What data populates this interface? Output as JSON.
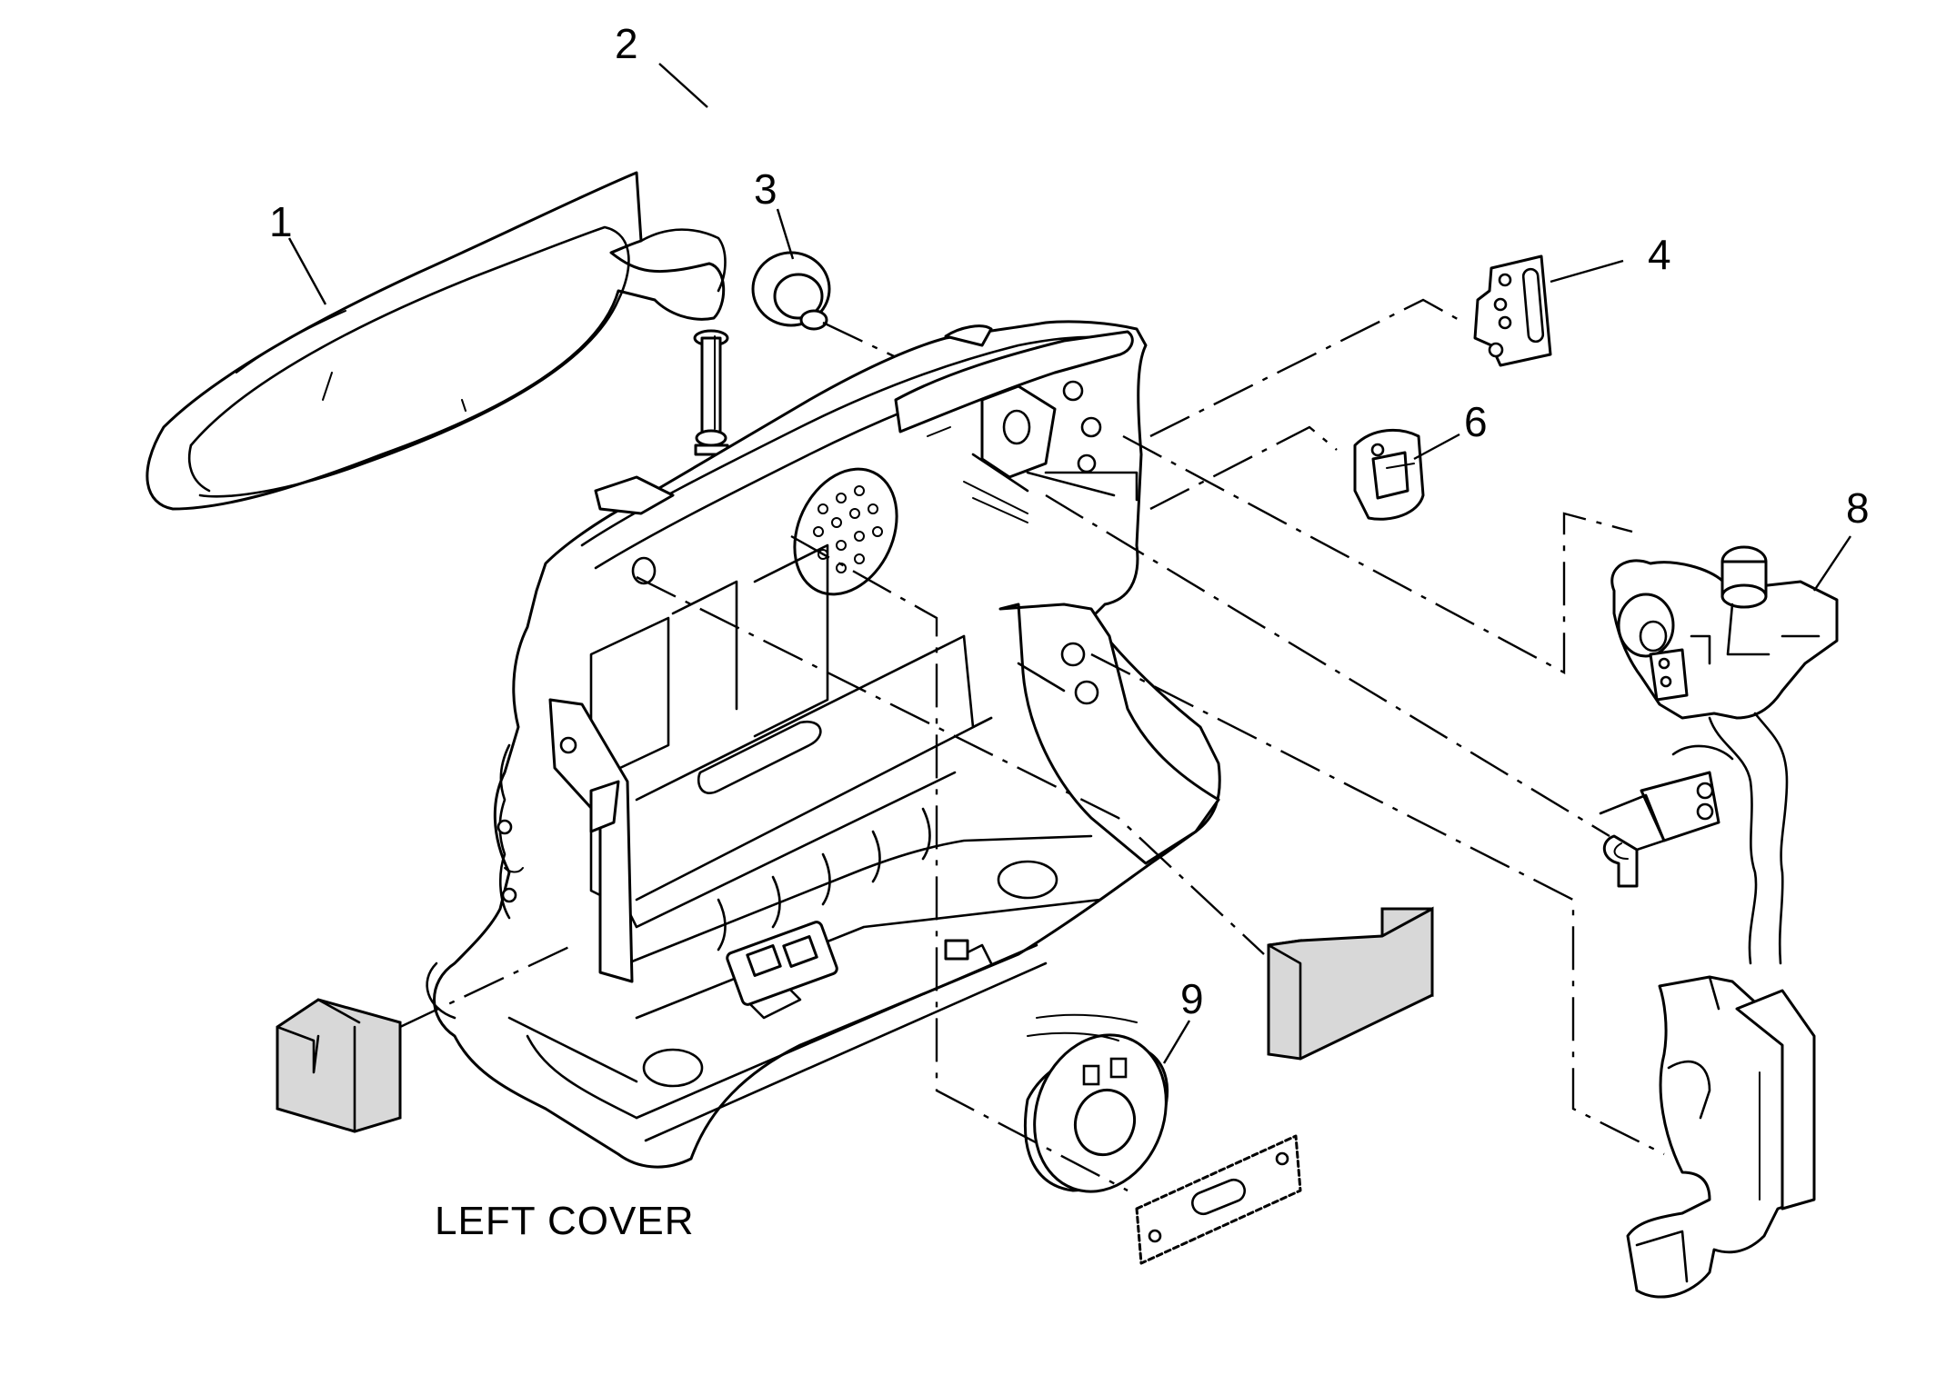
{
  "caption": "LEFT COVER",
  "callouts": [
    {
      "id": "1",
      "label": "1"
    },
    {
      "id": "2",
      "label": "2"
    },
    {
      "id": "3",
      "label": "3"
    },
    {
      "id": "4",
      "label": "4"
    },
    {
      "id": "6",
      "label": "6"
    },
    {
      "id": "8",
      "label": "8"
    },
    {
      "id": "9",
      "label": "9"
    }
  ]
}
